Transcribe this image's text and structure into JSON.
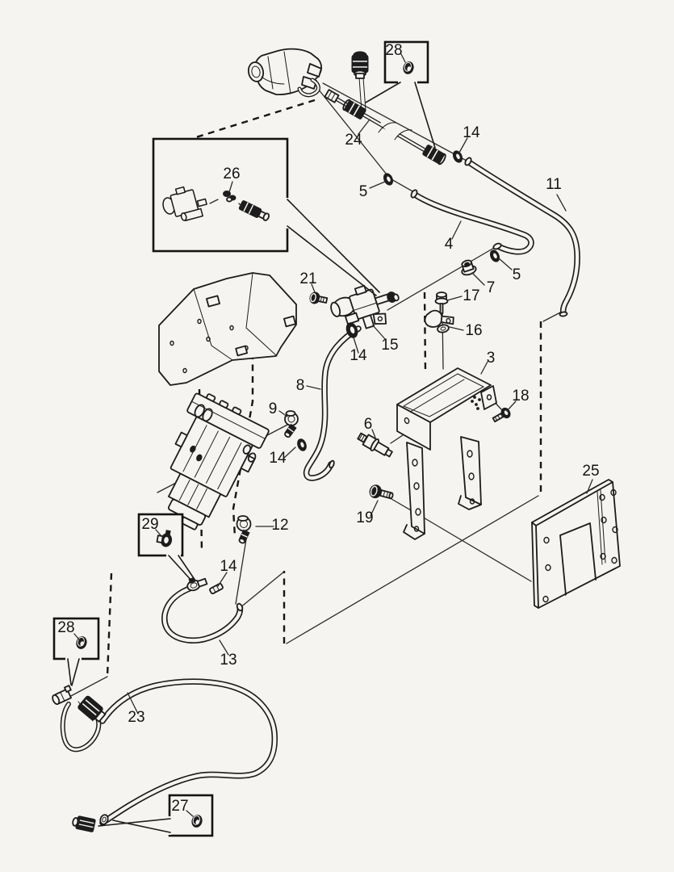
{
  "diagram": {
    "type": "exploded-parts-diagram",
    "background_color": "#f5f4f1",
    "line_color": "#1c1c1c",
    "callouts": {
      "c3": {
        "label": "3"
      },
      "c4": {
        "label": "4"
      },
      "c5a": {
        "label": "5"
      },
      "c5b": {
        "label": "5"
      },
      "c6": {
        "label": "6"
      },
      "c7": {
        "label": "7"
      },
      "c8": {
        "label": "8"
      },
      "c9": {
        "label": "9"
      },
      "c11": {
        "label": "11"
      },
      "c12": {
        "label": "12"
      },
      "c13": {
        "label": "13"
      },
      "c14a": {
        "label": "14"
      },
      "c14b": {
        "label": "14"
      },
      "c14c": {
        "label": "14"
      },
      "c14d": {
        "label": "14"
      },
      "c15": {
        "label": "15"
      },
      "c16": {
        "label": "16"
      },
      "c17": {
        "label": "17"
      },
      "c18": {
        "label": "18"
      },
      "c19": {
        "label": "19"
      },
      "c21": {
        "label": "21"
      },
      "c23": {
        "label": "23"
      },
      "c24": {
        "label": "24"
      },
      "c25": {
        "label": "25"
      },
      "c26": {
        "label": "26"
      },
      "c27": {
        "label": "27"
      },
      "c28a": {
        "label": "28"
      },
      "c28b": {
        "label": "28"
      },
      "c29": {
        "label": "29"
      }
    }
  }
}
